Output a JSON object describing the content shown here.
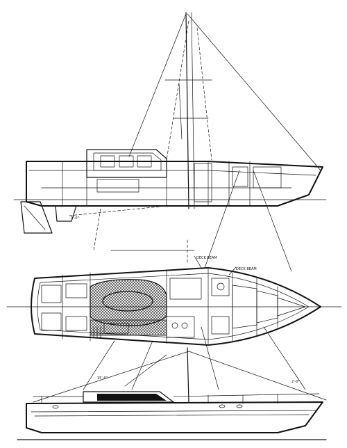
{
  "drawing": {
    "labels": {
      "top_annotation": "",
      "plan_note_left": "DECK BEAM",
      "plan_note_right": "DECK BEAM",
      "dim_1": "1'-0\"",
      "dim_2": "15'-0\"",
      "dim_3": "2'-0\""
    }
  }
}
